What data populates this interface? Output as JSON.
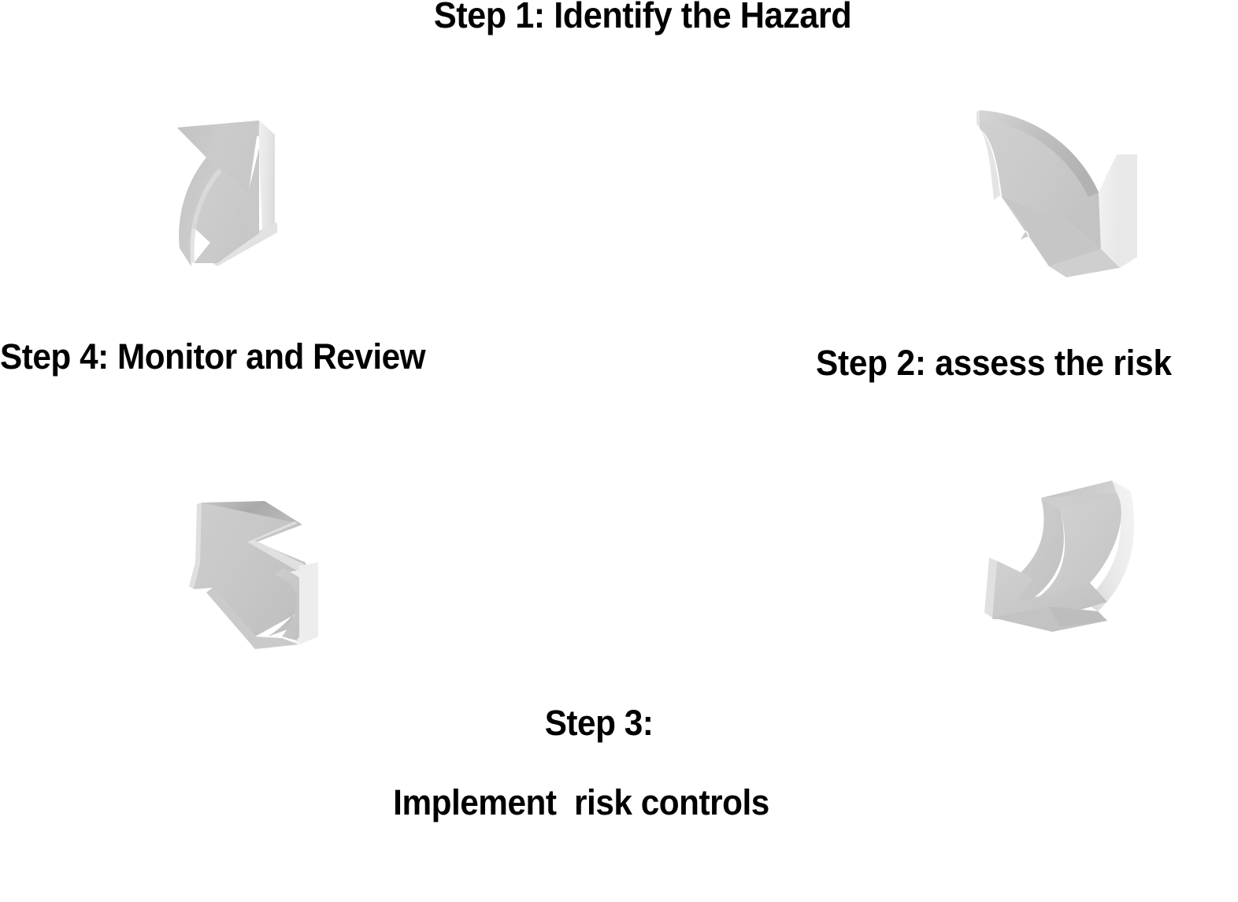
{
  "diagram": {
    "name": "risk-management-cycle",
    "background_color": "#ffffff",
    "text_color": "#000000",
    "steps": [
      {
        "id": "step-1",
        "label": "Step 1: Identify the Hazard",
        "position": "top"
      },
      {
        "id": "step-2",
        "label": "Step 2: assess the risk",
        "position": "right"
      },
      {
        "id": "step-3",
        "label_line_1": "Step 3:",
        "label_line_2": "Implement  risk controls",
        "position": "bottom"
      },
      {
        "id": "step-4",
        "label": "Step 4: Monitor and Review",
        "position": "left"
      }
    ],
    "arrows": [
      {
        "id": "arrow-top-left",
        "icon": "curved-3d-arrow-up-right-icon",
        "points_to": "Step 1: Identify the Hazard",
        "direction": "up-right",
        "face_color": "#cacaca",
        "side_color": "#e9e9e9",
        "edge_color": "#a9a9a9"
      },
      {
        "id": "arrow-top-right",
        "icon": "curved-3d-arrow-down-right-icon",
        "points_to": "Step 2: assess the risk",
        "direction": "down-right",
        "face_color": "#cacaca",
        "side_color": "#eeeeee",
        "edge_color": "#b0b0b0"
      },
      {
        "id": "arrow-bottom-right",
        "icon": "curved-3d-arrow-down-left-icon",
        "points_to": "Step 3: Implement  risk controls",
        "direction": "down-left",
        "face_color": "#cacaca",
        "side_color": "#ececec",
        "edge_color": "#a9a9a9"
      },
      {
        "id": "arrow-bottom-left",
        "icon": "curved-3d-arrow-up-left-icon",
        "points_to": "Step 4: Monitor and Review",
        "direction": "up-left",
        "face_color": "#cacaca",
        "side_color": "#ededed",
        "edge_color": "#a9a9a9"
      }
    ]
  }
}
